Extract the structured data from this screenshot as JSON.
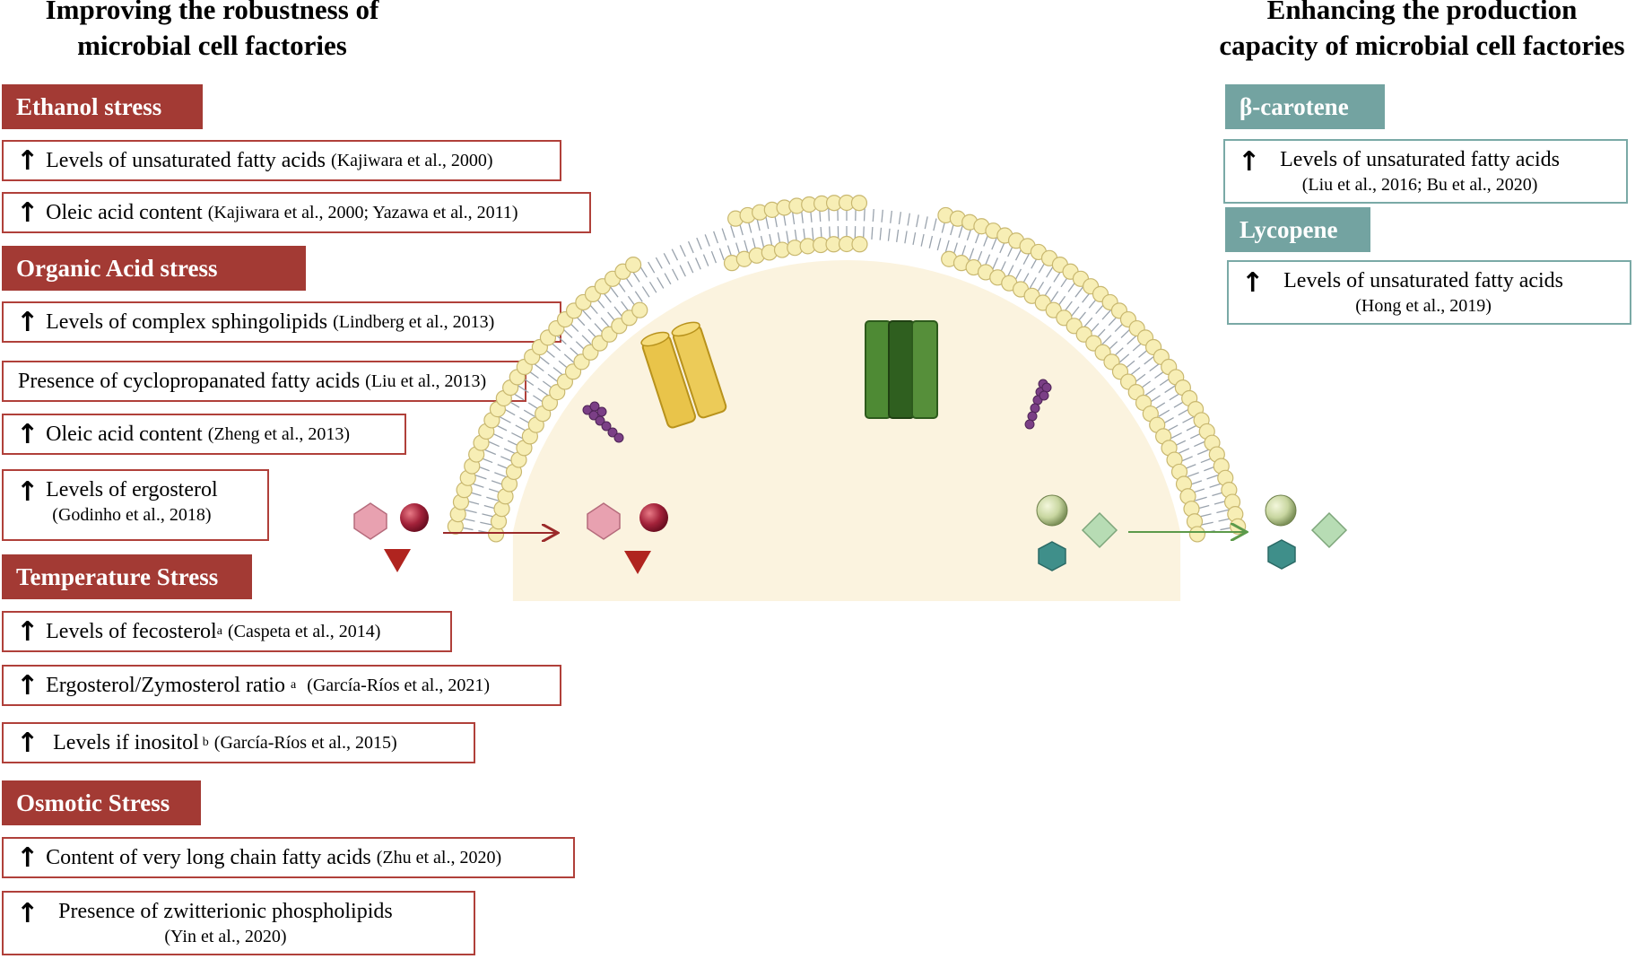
{
  "left_heading": [
    "Improving the robustness of",
    "microbial cell factories"
  ],
  "right_heading": [
    "Enhancing the production",
    "capacity of microbial cell factories"
  ],
  "arrow_glyph": "↑",
  "left_sections": [
    {
      "title": "Ethanol stress",
      "items": [
        {
          "text": "Levels of unsaturated fatty acids",
          "cite": "(Kajiwara et al., 2000)"
        },
        {
          "text": "Oleic acid content",
          "cite": "(Kajiwara et al., 2000; Yazawa et al., 2011)"
        }
      ]
    },
    {
      "title": "Organic Acid stress",
      "items": [
        {
          "text": "Levels of complex sphingolipids",
          "cite": "(Lindberg et al., 2013)"
        },
        {
          "text": "Presence of cyclopropanated fatty acids",
          "cite": "(Liu et al., 2013)"
        },
        {
          "text": "Oleic acid content",
          "cite": "(Zheng et al., 2013)"
        },
        {
          "text": "Levels of ergosterol",
          "cite": "(Godinho et al., 2018)"
        }
      ]
    },
    {
      "title": "Temperature Stress",
      "items": [
        {
          "text": "Levels of fecosterol",
          "sup": "a",
          "cite": "(Caspeta et al., 2014)"
        },
        {
          "text": "Ergosterol/Zymosterol ratio",
          "sup": "a",
          "cite": "(García-Ríos et al., 2021)"
        },
        {
          "text": "Levels if inositol",
          "sup": "b",
          "cite": "(García-Ríos et al., 2015)"
        }
      ]
    },
    {
      "title": "Osmotic Stress",
      "items": [
        {
          "text": "Content of very long chain fatty acids",
          "cite": "(Zhu et al., 2020)"
        },
        {
          "text": "Presence of zwitterionic phospholipids",
          "cite": "(Yin et al., 2020)"
        }
      ]
    }
  ],
  "right_sections": [
    {
      "title": "β-carotene",
      "items": [
        {
          "text": "Levels of unsaturated fatty acids",
          "cite": "(Liu et al., 2016; Bu et al., 2020)"
        }
      ]
    },
    {
      "title": "Lycopene",
      "items": [
        {
          "text": "Levels of unsaturated fatty acids",
          "cite": "(Hong et al., 2019)"
        }
      ]
    }
  ],
  "colors": {
    "stress_header": "#a33a34",
    "product_header": "#73a3a1",
    "cytoplasm": "#fbf3df",
    "lipid_head": "#f7eeb5",
    "transporter_yellow": "#e9c44a",
    "transporter_green": "#4e8a34",
    "import_arrow": "#9b2a2a",
    "export_arrow": "#5c9a4a"
  }
}
